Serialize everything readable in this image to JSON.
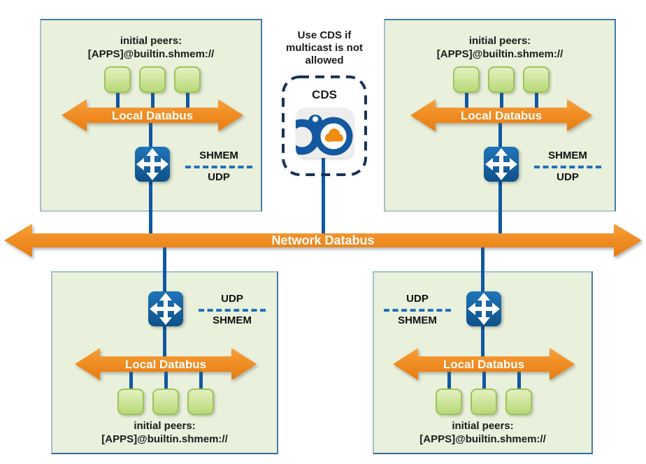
{
  "note": "Use CDS if\nmulticast is not\nallowed",
  "network_bus_label": "Network Databus",
  "cds": {
    "label": "CDS",
    "icon": "cds-cloud-discovery-icon"
  },
  "boxes": [
    {
      "id": "top-left",
      "peers_title": "initial peers:",
      "peers_address": "[APPS]@builtin.shmem://",
      "local_bus_label": "Local Databus",
      "transport_above": "SHMEM",
      "transport_below": "UDP",
      "app_count": 3
    },
    {
      "id": "top-right",
      "peers_title": "initial peers:",
      "peers_address": "[APPS]@builtin.shmem://",
      "local_bus_label": "Local Databus",
      "transport_above": "SHMEM",
      "transport_below": "UDP",
      "app_count": 3
    },
    {
      "id": "bottom-left",
      "peers_title": "initial peers:",
      "peers_address": "[APPS]@builtin.shmem://",
      "local_bus_label": "Local Databus",
      "transport_above": "UDP",
      "transport_below": "SHMEM",
      "app_count": 3
    },
    {
      "id": "bottom-right",
      "peers_title": "initial peers:",
      "peers_address": "[APPS]@builtin.shmem://",
      "local_bus_label": "Local Databus",
      "transport_above": "UDP",
      "transport_below": "SHMEM",
      "app_count": 3
    }
  ],
  "colors": {
    "databus_orange": "#ef8c22",
    "router_blue": "#1467ac",
    "connector_blue": "#1158a2",
    "transport_dash_blue": "#1e70bc",
    "box_background": "#e9f0db",
    "app_green": "#bcd97c",
    "cds_dash_navy": "#17325a",
    "cds_logo_blue": "#1358a0",
    "cds_cloud_orange": "#ef8c10"
  }
}
